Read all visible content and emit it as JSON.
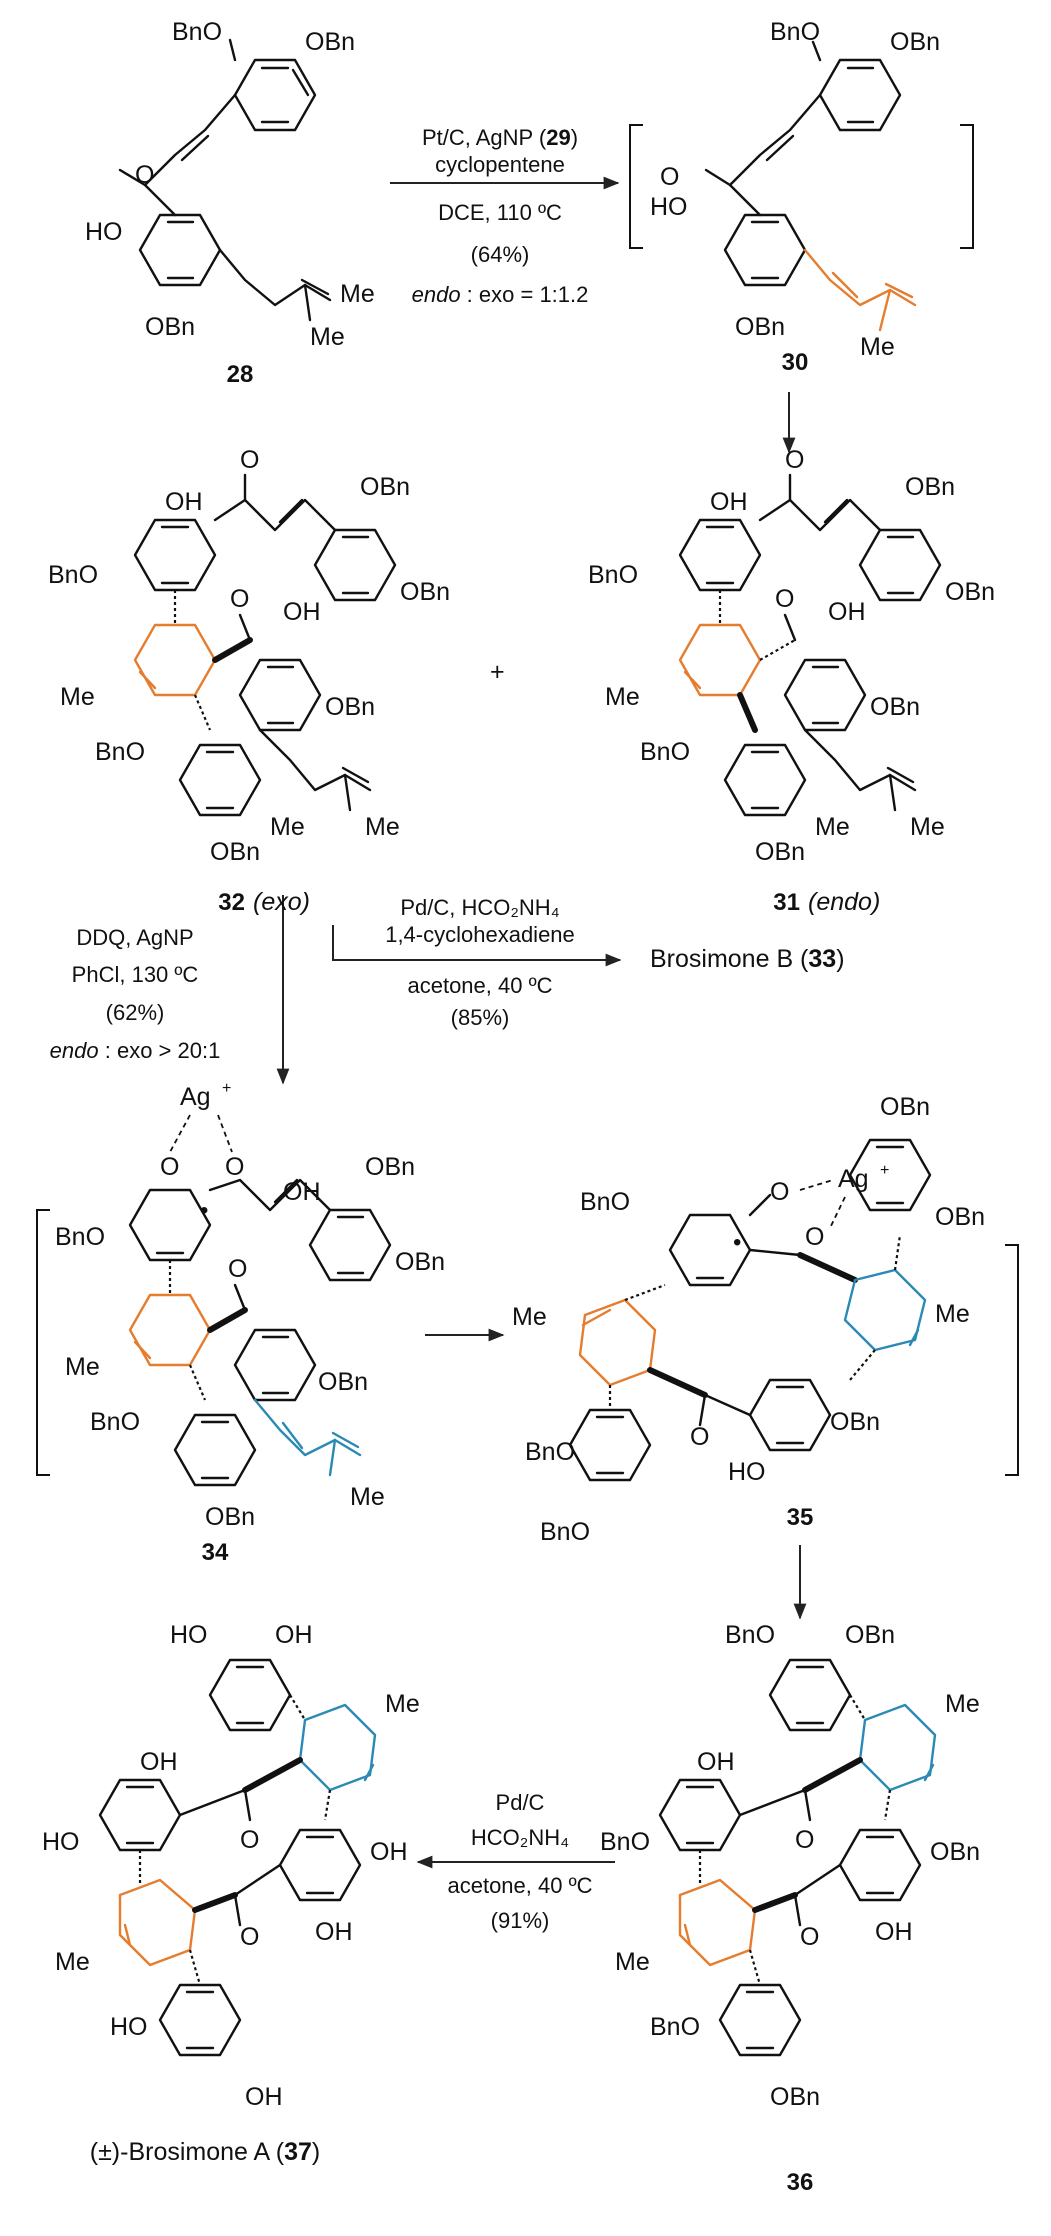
{
  "compounds": {
    "c28": {
      "label": "28"
    },
    "c30": {
      "label": "30"
    },
    "c31": {
      "label": "31",
      "note": "(endo)"
    },
    "c32": {
      "label": "32",
      "note": "(exo)"
    },
    "c34": {
      "label": "34"
    },
    "c35": {
      "label": "35"
    },
    "c36": {
      "label": "36"
    },
    "c37": {
      "prefix": "(±)-Brosimone A (",
      "label": "37",
      "suffix": ")"
    },
    "c33": {
      "prefix": "Brosimone B (",
      "label": "33",
      "suffix": ")"
    }
  },
  "groups": {
    "OBn": "OBn",
    "BnO": "BnO",
    "HO": "HO",
    "OH": "OH",
    "Me": "Me",
    "O": "O",
    "Ag": "Ag",
    "plus_sup": "+",
    "radical": "•",
    "plus": "+"
  },
  "step1": {
    "line1_pre": "Pt/C, AgNP (",
    "line1_bold": "29",
    "line1_post": ")",
    "line2": "cyclopentene",
    "line3": "DCE, 110 ºC",
    "line4": "(64%)",
    "line5_italic": "endo",
    "line5_rest": " : exo = 1:1.2"
  },
  "step2": {
    "line1": "Pd/C, HCO₂NH₄",
    "line2": "1,4-cyclohexadiene",
    "line3": "acetone, 40 ºC",
    "line4": "(85%)"
  },
  "step3": {
    "line1": "DDQ, AgNP",
    "line2": "PhCl, 130 ºC",
    "line3": "(62%)",
    "line4_italic": "endo",
    "line4_rest": " : exo > 20:1"
  },
  "step4": {
    "line1": "Pd/C",
    "line2": "HCO₂NH₄",
    "line3": "acetone, 40 ºC",
    "line4": "(91%)"
  },
  "colors": {
    "orange_ring": "#e57c2e",
    "blue_ring": "#2b8ab3",
    "ink": "#111111"
  }
}
